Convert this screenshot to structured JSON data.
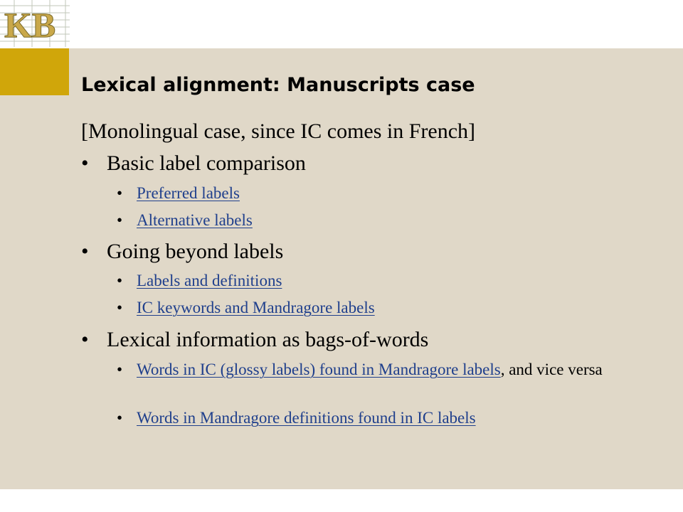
{
  "logo": {
    "text": "KB"
  },
  "slide": {
    "title": "Lexical alignment: Manuscripts case",
    "intro": "[Monolingual case, since IC comes in French]",
    "bullet_char": "•",
    "sections": [
      {
        "label": "Basic label comparison",
        "subitems": [
          {
            "link": "Preferred labels",
            "suffix": ""
          },
          {
            "link": "Alternative labels",
            "suffix": ""
          }
        ]
      },
      {
        "label": "Going beyond labels",
        "subitems": [
          {
            "link": "Labels and definitions",
            "suffix": ""
          },
          {
            "link": "IC keywords and Mandragore labels",
            "suffix": ""
          }
        ]
      },
      {
        "label": "Lexical information as bags-of-words",
        "subitems": [
          {
            "link": "Words in IC (glossy labels) found in Mandragore labels",
            "suffix": ", and vice versa"
          },
          {
            "link": "Words in Mandragore definitions found in IC labels",
            "suffix": ""
          }
        ]
      }
    ]
  },
  "colors": {
    "background": "#e0d8c8",
    "accent_gold": "#d0a60a",
    "link": "#1f3f8c"
  }
}
